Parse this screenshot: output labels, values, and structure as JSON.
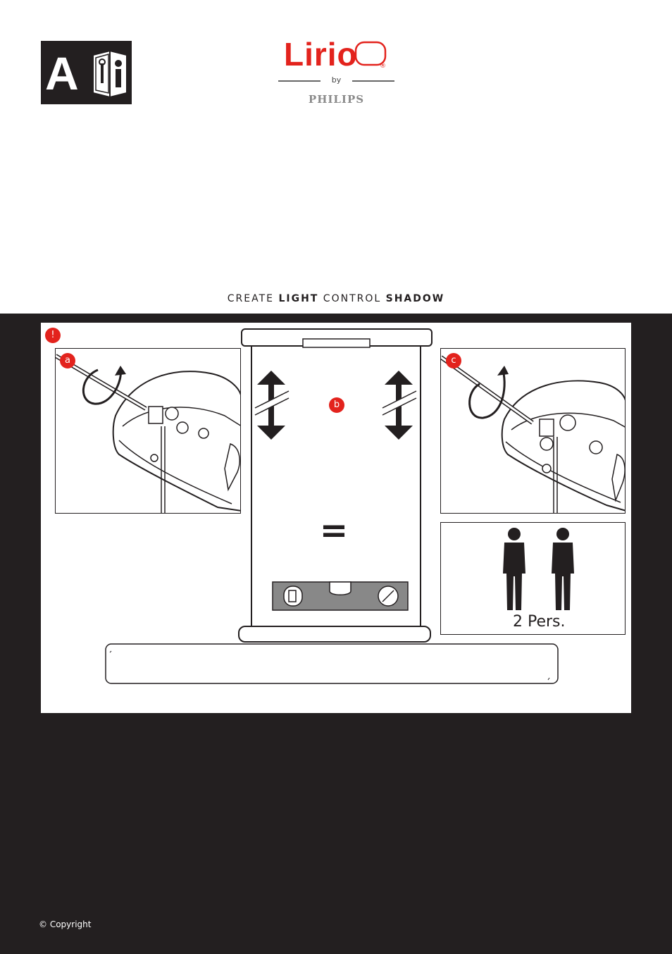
{
  "badge": {
    "letter": "A"
  },
  "logo": {
    "brand": "Lirio",
    "registered": "®",
    "by": "by",
    "maker": "PHILIPS",
    "brand_color": "#e3231d"
  },
  "tagline": {
    "w1": "CREATE",
    "w2": "LIGHT",
    "w3": "CONTROL",
    "w4": "SHADOW"
  },
  "steps": {
    "warning": "!",
    "a": "a",
    "b": "b",
    "c": "c"
  },
  "equals_sign": "=",
  "persons": {
    "label": "2 Pers."
  },
  "footer": {
    "copyright": "© Copyright"
  },
  "icons": [
    "manual-book-icon",
    "screwdriver-icon",
    "rotate-arrow-icon",
    "double-arrow-icon",
    "spirit-level-icon",
    "person-icon"
  ]
}
